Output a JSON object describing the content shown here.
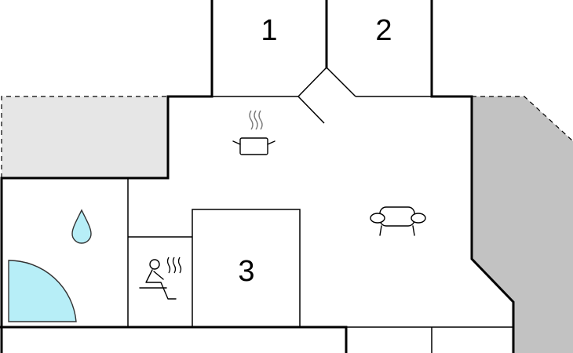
{
  "floorplan": {
    "rooms": [
      {
        "id": "room-1",
        "label": "1"
      },
      {
        "id": "room-2",
        "label": "2"
      },
      {
        "id": "room-3",
        "label": "3"
      }
    ],
    "icons": [
      "kitchen-pot-icon",
      "sofa-icon",
      "water-drop-icon",
      "shower-icon",
      "sauna-icon"
    ],
    "colors": {
      "wall": "#000000",
      "terrace": "#e6e6e6",
      "balcony": "#c2c2c2",
      "water": "#b7eef7",
      "water_stroke": "#333333",
      "steam": "#7a7a7a"
    }
  }
}
